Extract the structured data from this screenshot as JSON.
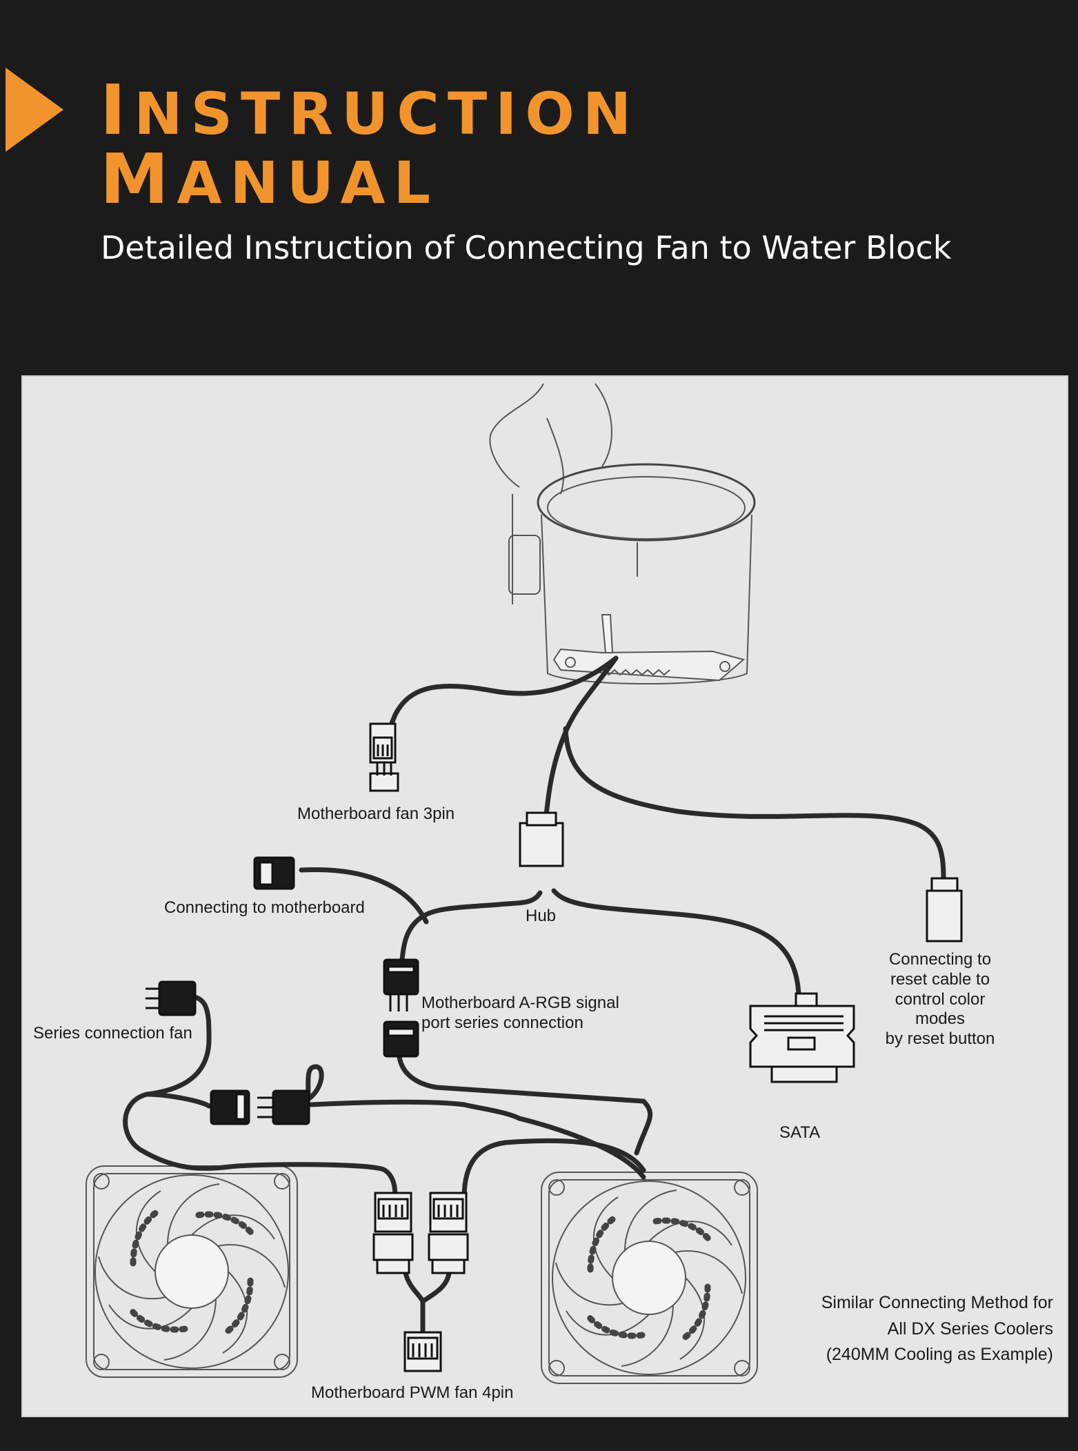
{
  "header": {
    "title_line1_initial": "I",
    "title_line1_rest": "nstruction",
    "title_line2_initial": "M",
    "title_line2_rest": "anual",
    "subtitle": "Detailed Instruction of Connecting Fan to Water Block",
    "accent_color": "#f2942c",
    "background_color": "#1b1b1b",
    "icon": "play-triangle-icon"
  },
  "diagram": {
    "components": [
      "water-block-pump",
      "hub",
      "sata-connector",
      "reset-cable-connector",
      "fan-left",
      "fan-right"
    ],
    "labels": {
      "mb_fan_3pin": "Motherboard fan 3pin",
      "connect_mb": "Connecting to motherboard",
      "hub": "Hub",
      "reset_cable": "Connecting to reset cable to\ncontrol color modes\nby reset button",
      "series_fan": "Series connection fan",
      "argb": "Motherboard A-RGB signal\nport series connection",
      "sata": "SATA",
      "pwm": "Motherboard PWM fan 4pin",
      "note": "Similar Connecting Method for\nAll DX Series Coolers\n(240MM Cooling as Example)"
    }
  }
}
